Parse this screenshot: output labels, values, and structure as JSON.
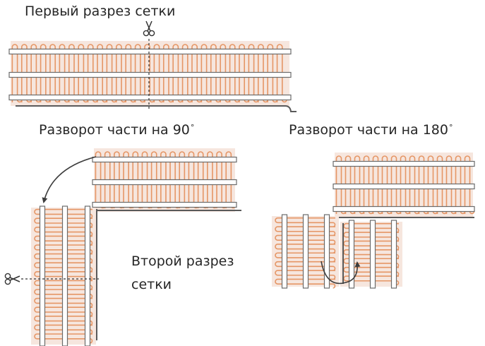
{
  "labels": {
    "first_cut": "Первый разрез сетки",
    "turn_90": "Разворот части на 90",
    "turn_180": "Разворот части на 180",
    "degree_sign": "°",
    "second_cut_line1": "Второй разрез",
    "second_cut_line2": "сетки"
  },
  "colors": {
    "background": "#ffffff",
    "mat_fill": "#f6e6de",
    "heating_cable": "#e59666",
    "mesh_tape": "#6b6b6b",
    "cold_lead": "#5a5a5a",
    "arrow": "#3d3d3d",
    "text": "#262626"
  },
  "icons": [
    "scissors-icon",
    "curved-arrow-icon"
  ]
}
